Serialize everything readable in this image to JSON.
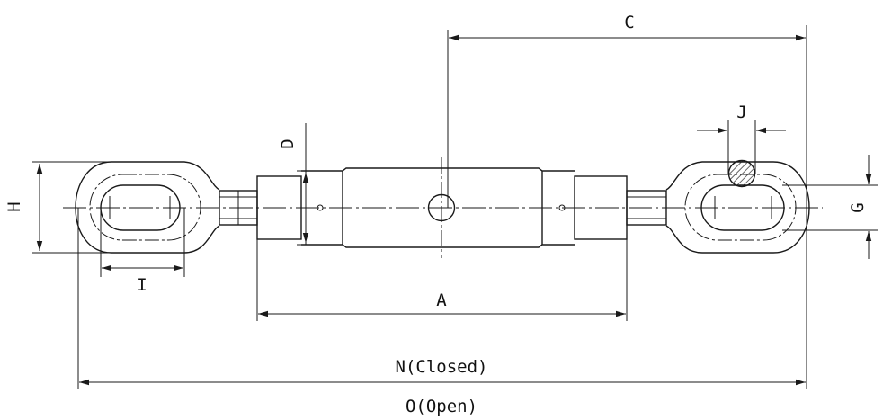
{
  "diagram": {
    "labels": {
      "A": "A",
      "C": "C",
      "D": "D",
      "G": "G",
      "H": "H",
      "I": "I",
      "J": "J",
      "N": "N(Closed)",
      "O": "O(Open)"
    },
    "colors": {
      "stroke": "#1a1a1a",
      "hatch": "#1a1a1a",
      "background": "#ffffff"
    }
  }
}
